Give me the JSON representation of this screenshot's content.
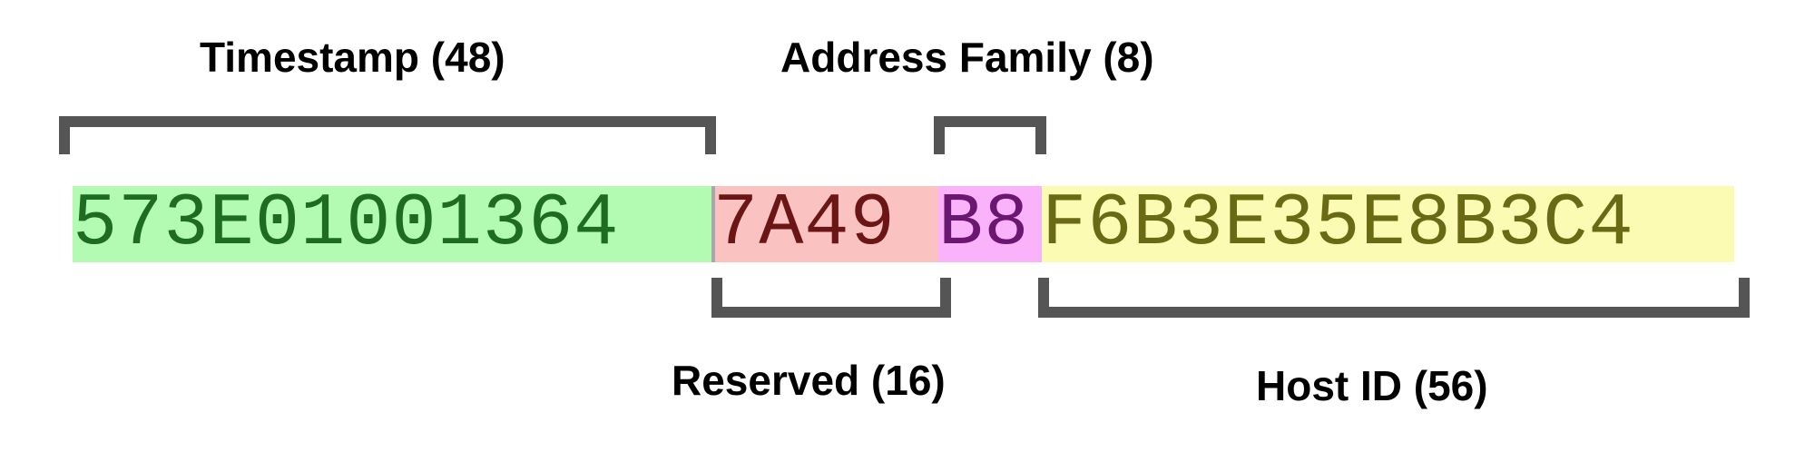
{
  "fields": {
    "timestamp": {
      "label": "Timestamp (48)",
      "hex": "573E01001364"
    },
    "reserved": {
      "label": "Reserved (16)",
      "hex": "7A49"
    },
    "address_family": {
      "label": "Address Family (8)",
      "hex": "B8"
    },
    "host_id": {
      "label": "Host ID (56)",
      "hex": "F6B3E35E8B3C4"
    }
  },
  "colors": {
    "timestamp_bg": "#b3fbb2",
    "timestamp_text": "#1e6b22",
    "reserved_bg": "#fbc2c2",
    "reserved_text": "#6b1515",
    "family_bg": "#fab3fb",
    "family_text": "#6b1670",
    "host_bg": "#fbfbb3",
    "host_text": "#6b6a14",
    "separator": "#a8a8a8",
    "bracket": "#555555"
  }
}
